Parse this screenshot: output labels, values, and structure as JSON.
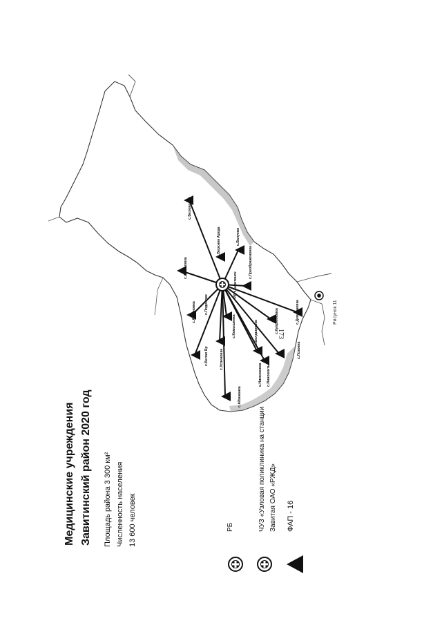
{
  "page": {
    "number": "173"
  },
  "title": {
    "line1": "Медицинские учреждения",
    "line2": "Завитинский район 2020 год"
  },
  "info": {
    "area": "Площадь района 3 300  км²",
    "population_label": "Численность населения",
    "population_value": "13 600 человек"
  },
  "legend": {
    "rb": "РБ",
    "uz_line1": "ЧУЗ «Узловая поликлиника на станции",
    "uz_line2": "Завитая ОАО «РЖД»",
    "fap": "ФАП - 16"
  },
  "caption": "Рисунок 11",
  "map": {
    "center_label": "РБ г.Завитинск",
    "settlements": [
      "с.Антоновка",
      "с.Белая Яр",
      "с.Успеновка",
      "с.Albaжанка",
      "с.Подоловк",
      "с.Камышевка",
      "с.Болдыревка",
      "с.Куприяновка",
      "с.Иннокентьевка",
      "с.Демьяновка",
      "с.Верхняя Ареда",
      "с.Валуево",
      "с.Преображеновка",
      "с.Антоновка",
      "с.Лозовка",
      "с.Николаевка",
      "с.Белоярово"
    ]
  }
}
